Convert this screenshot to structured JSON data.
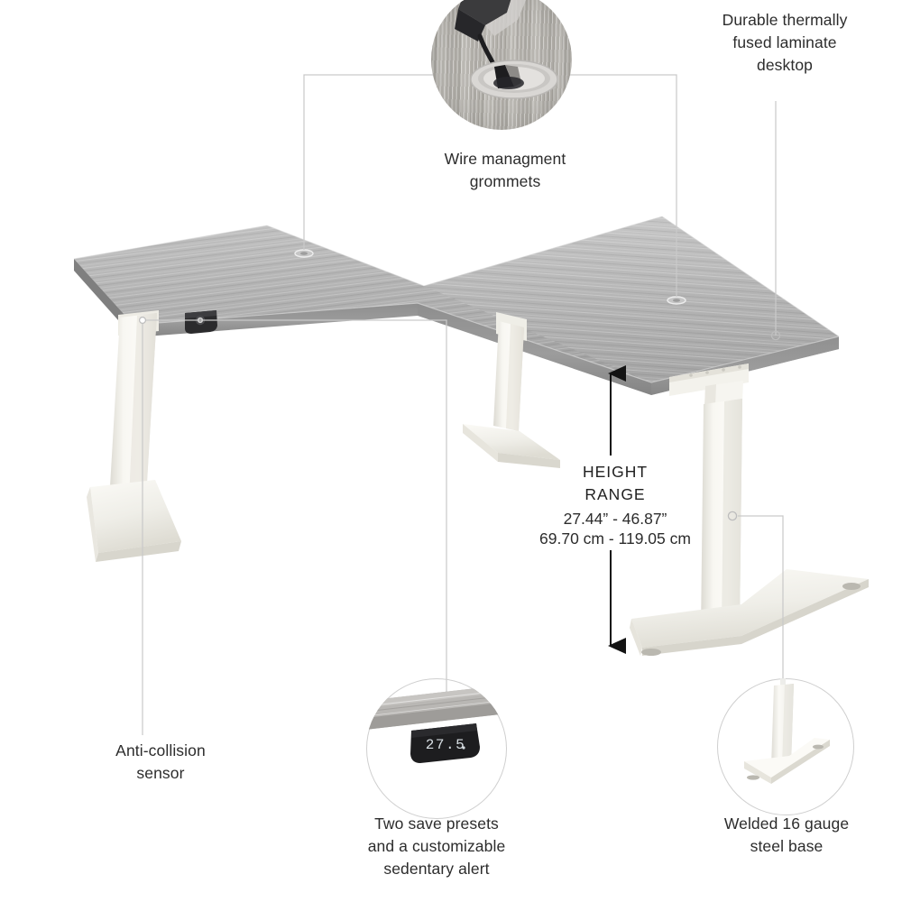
{
  "product": {
    "name": "L-shaped height adjustable standing desk",
    "desktop_color_hex": "#b0b0b0",
    "frame_color_hex": "#f4f3ee"
  },
  "callouts": {
    "desktop": {
      "text": "Durable thermally\nfused laminate\ndesktop",
      "name": "durable-laminate-desktop"
    },
    "grommets": {
      "text": "Wire managment\ngrommets",
      "name": "wire-management-grommets"
    },
    "sensor": {
      "text": "Anti-collision\nsensor",
      "name": "anti-collision-sensor"
    },
    "presets": {
      "text": "Two save presets\nand a customizable\nsedentary alert",
      "name": "save-presets-sedentary-alert"
    },
    "base": {
      "text": "Welded 16 gauge\nsteel base",
      "name": "welded-steel-base"
    }
  },
  "height_range": {
    "heading": "HEIGHT\nRANGE",
    "inches": "27.44” - 46.87”",
    "centimeters": "69.70 cm - 119.05 cm"
  },
  "control_panel": {
    "display_value": "27.5",
    "display_color_hex": "#d6dde2",
    "panel_color_hex": "#1d1d1f"
  },
  "detail_bubbles": [
    {
      "name": "grommet-detail-bubble",
      "subject": "wire grommet with cable in desktop"
    },
    {
      "name": "control-panel-detail-bubble",
      "subject": "digital height control panel under desktop"
    },
    {
      "name": "steel-base-detail-bubble",
      "subject": "welded T-shaped steel leg base"
    }
  ]
}
